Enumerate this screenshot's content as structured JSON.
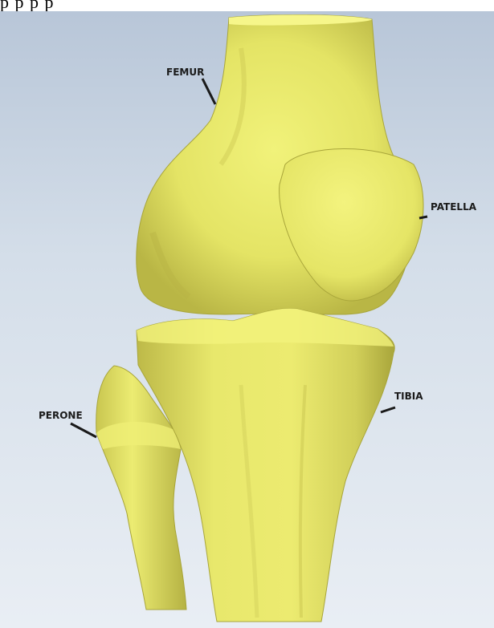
{
  "header": {
    "cropped_text": "p                    p              p                 p"
  },
  "labels": {
    "femur": "FEMUR",
    "patella": "PATELLA",
    "tibia": "TIBIA",
    "perone": "PERONE"
  },
  "colors": {
    "bone": "#e8e96a",
    "bone_shadow": "#a9a63a",
    "background_top": "#b8c6d8",
    "background_bottom": "#e9eef4"
  }
}
